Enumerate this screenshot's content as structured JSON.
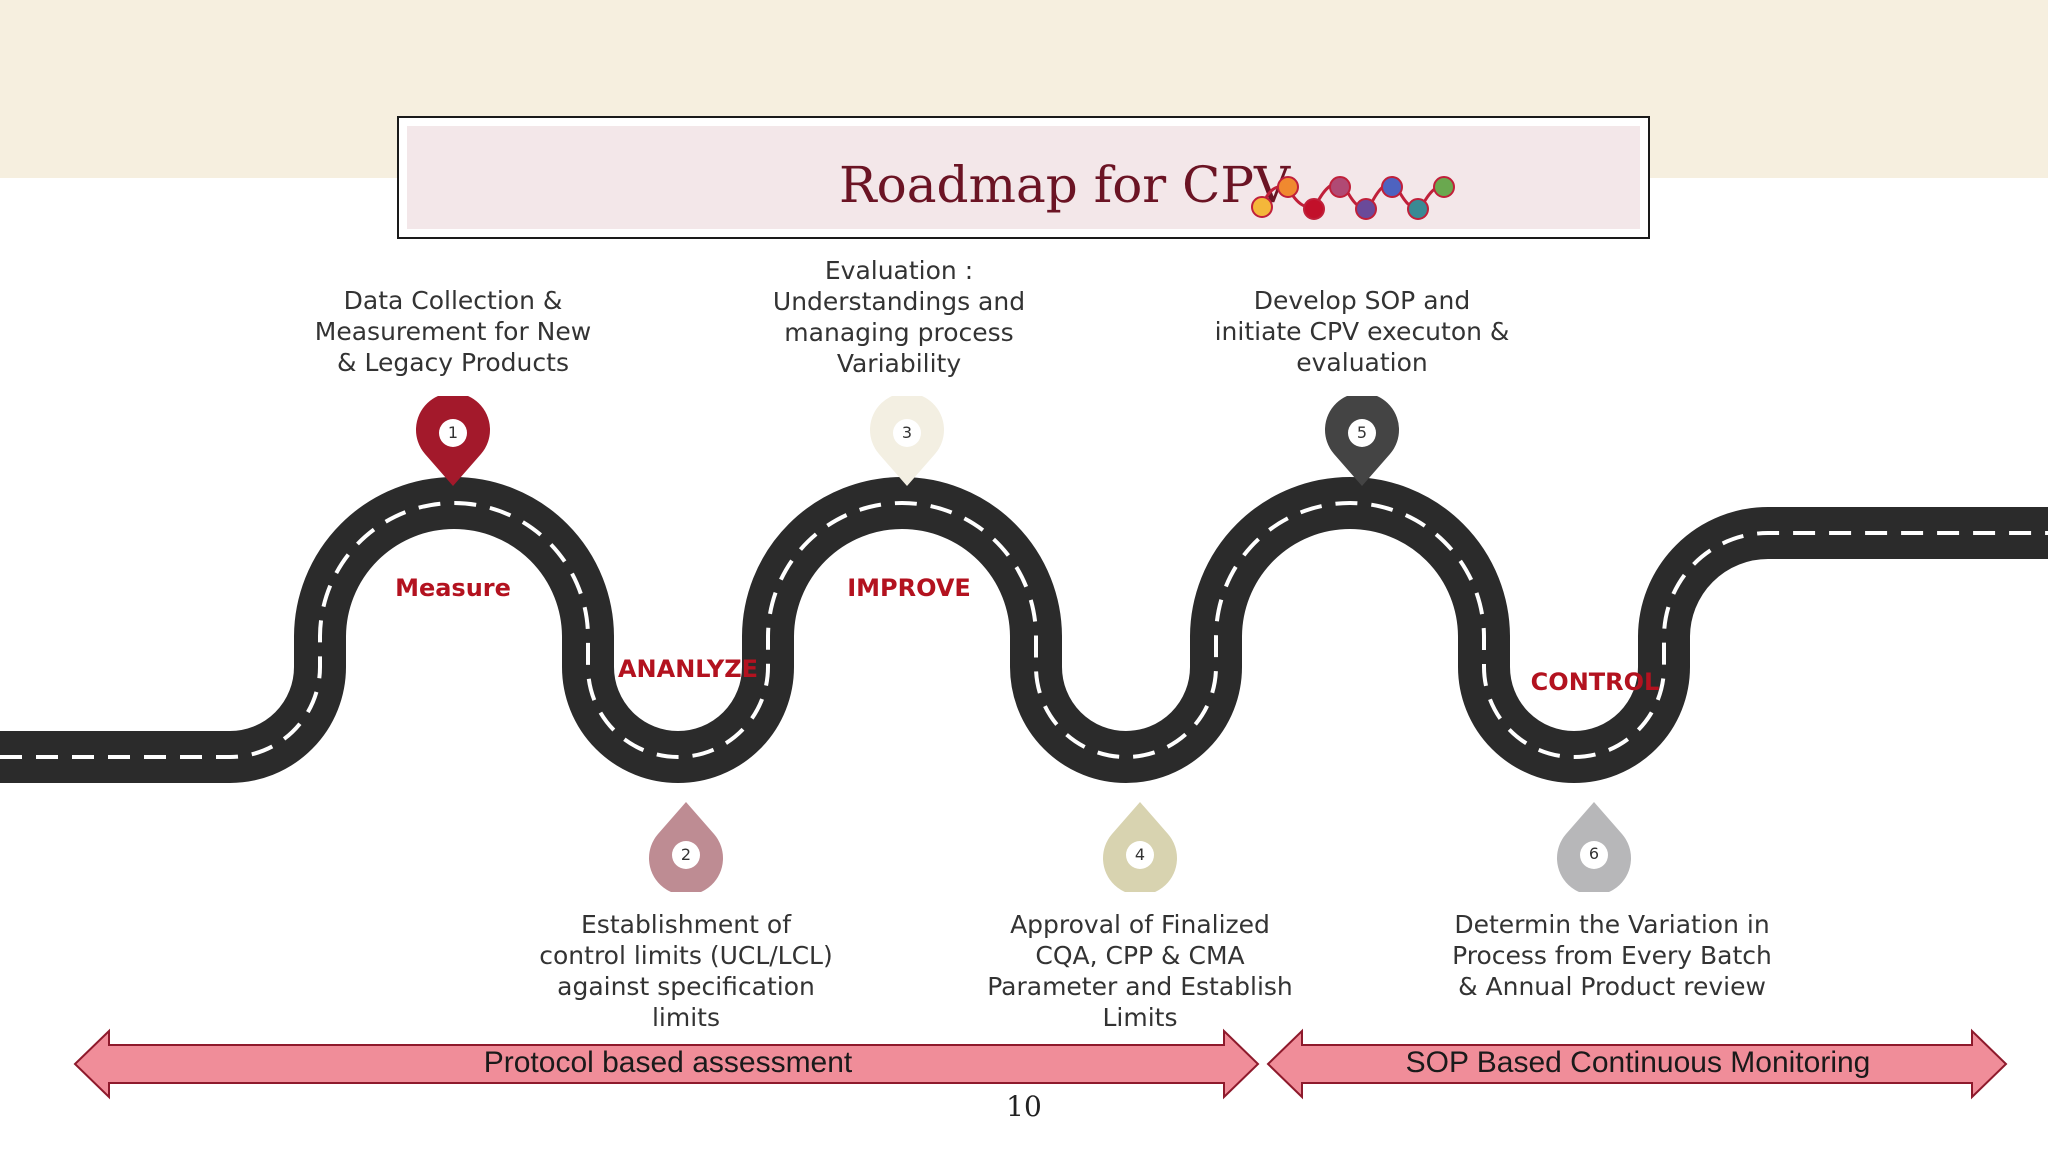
{
  "title": "Roadmap for CPV",
  "colors": {
    "title": "#6b1424",
    "stage_label": "#b3121f",
    "road": "#2b2b2b",
    "arrow_fill": "#f08d99",
    "pin1": "#a3192b",
    "pin2": "#be8c93",
    "pin3": "#f3efe2",
    "pin4": "#d8d3b0",
    "pin5": "#444444",
    "pin6": "#b7b7b9"
  },
  "steps": [
    {
      "number": "1",
      "text": "Data Collection &\nMeasurement for New\n& Legacy Products"
    },
    {
      "number": "2",
      "text": "Establishment of\ncontrol limits (UCL/LCL)\nagainst specification\nlimits"
    },
    {
      "number": "3",
      "text": "Evaluation :\nUnderstandings and\nmanaging process\nVariability"
    },
    {
      "number": "4",
      "text": "Approval of Finalized\nCQA, CPP & CMA\nParameter and Establish\nLimits"
    },
    {
      "number": "5",
      "text": "Develop SOP and\ninitiate CPV executon &\nevaluation"
    },
    {
      "number": "6",
      "text": "Determin the Variation in\nProcess from Every Batch\n& Annual Product review"
    }
  ],
  "stages": {
    "measure": "Measure",
    "analyze": "ANANLYZE",
    "improve": "IMPROVE",
    "control": "CONTROL"
  },
  "phases": {
    "left": "Protocol based assessment",
    "right": "SOP Based Continuous Monitoring"
  },
  "page_number": "10"
}
